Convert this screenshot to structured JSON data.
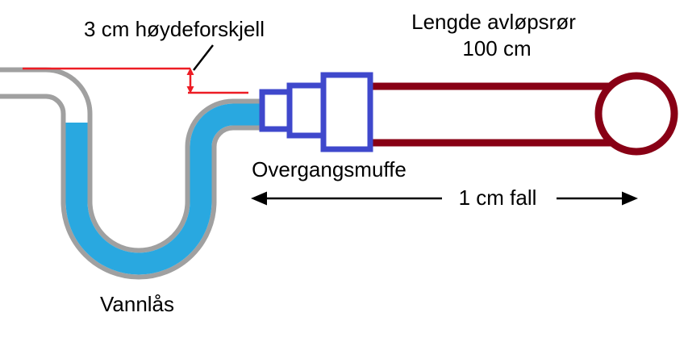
{
  "labels": {
    "height_difference": "3 cm høydeforskjell",
    "drain_length_line1": "Lengde avløpsrør",
    "drain_length_line2": "100 cm",
    "coupling": "Overgangsmuffe",
    "fall": "1 cm fall",
    "trap": "Vannlås"
  },
  "colors": {
    "pipe_gray": "#a0a0a0",
    "water_blue": "#29a8e0",
    "coupling_blue": "#3f48cc",
    "drain_dark_red": "#880015",
    "annotation_red": "#ed1c24",
    "text_black": "#000000"
  }
}
